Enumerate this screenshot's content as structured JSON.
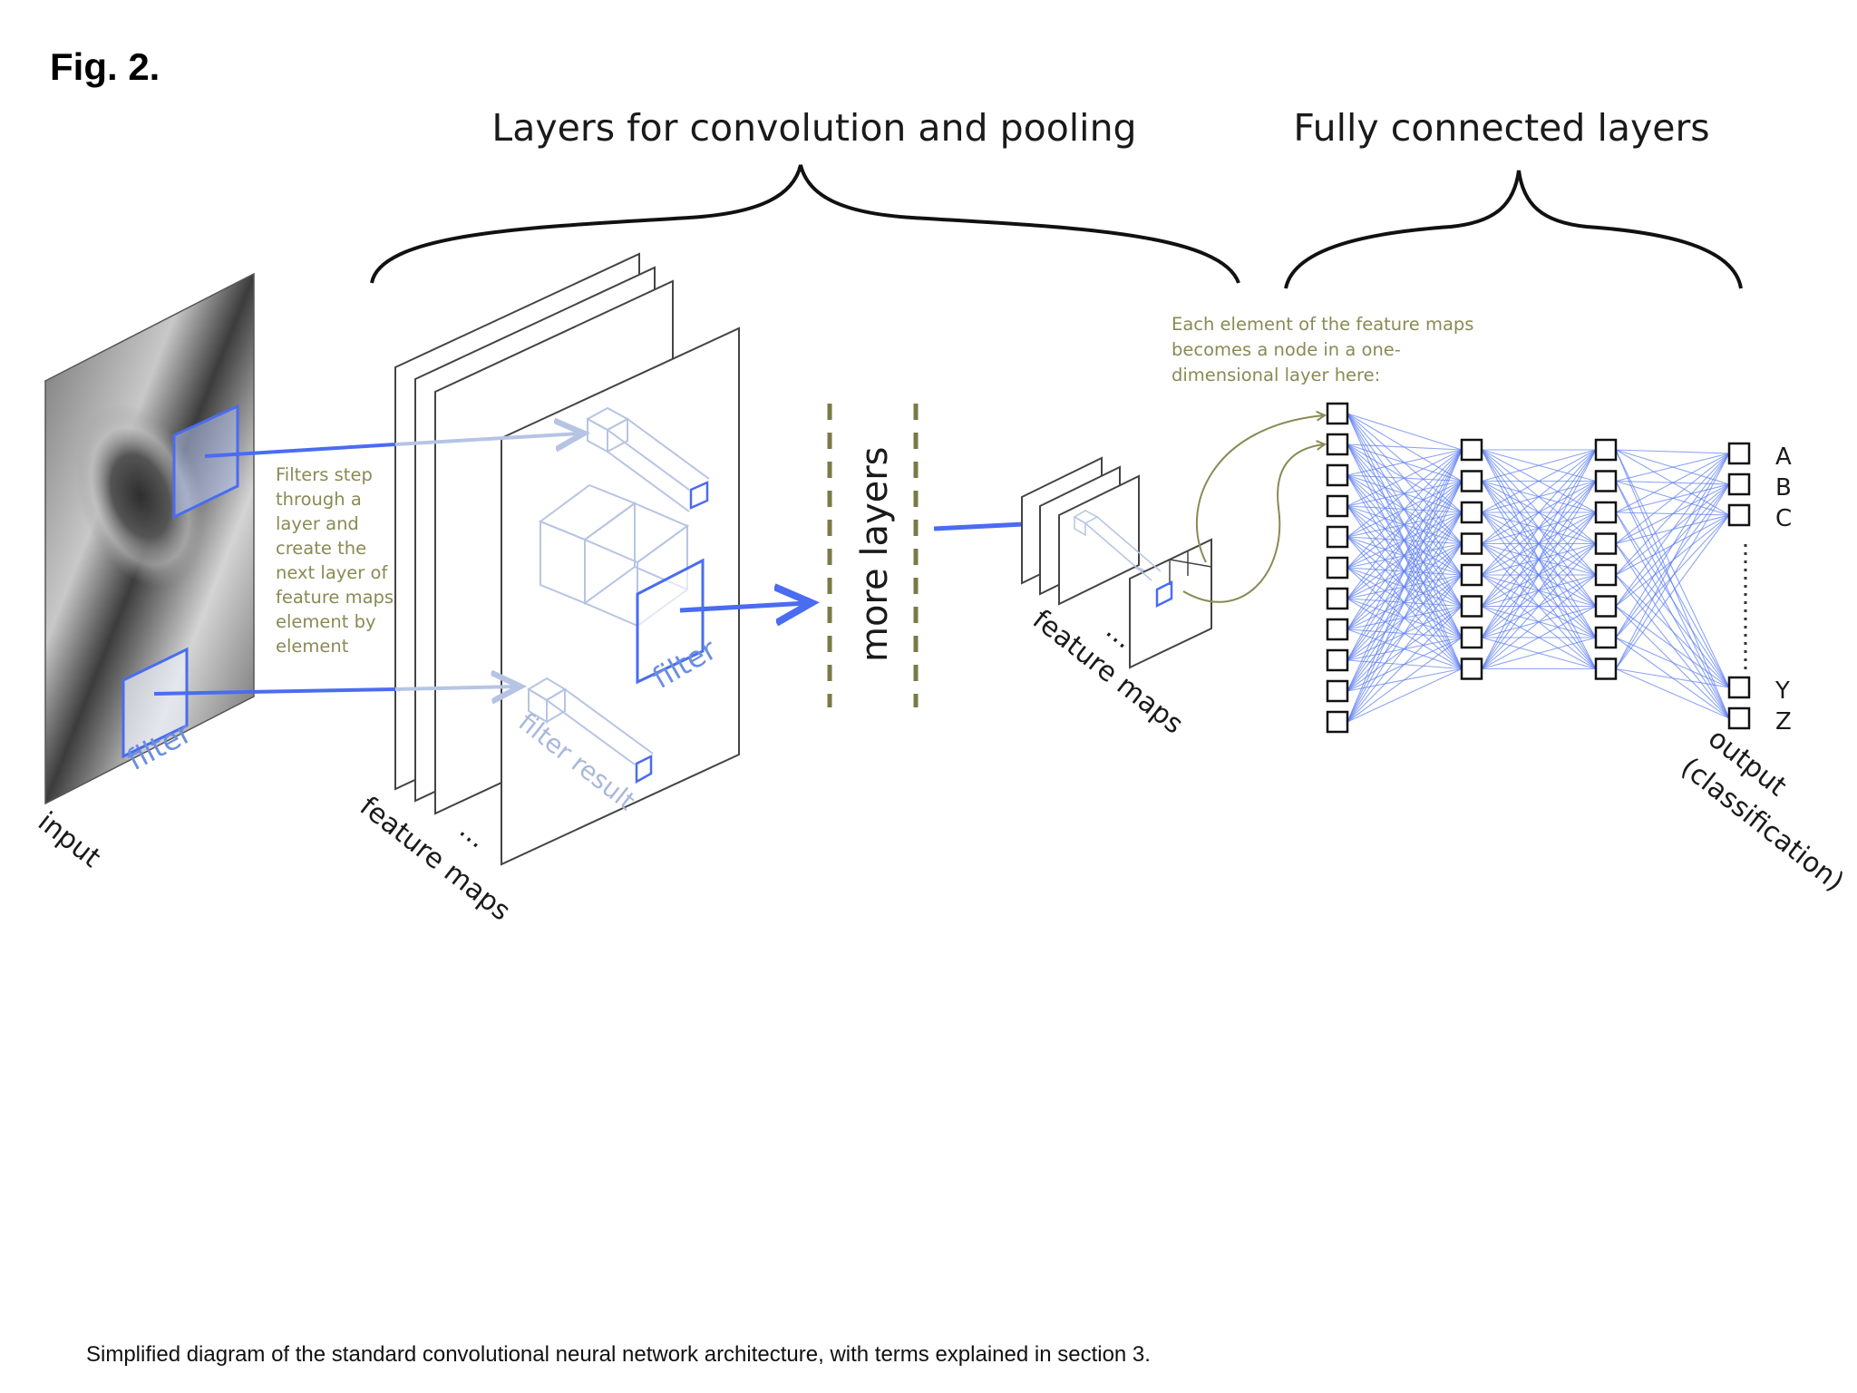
{
  "figure": {
    "label": "Fig. 2.",
    "caption": "Simplified diagram of the standard convolutional neural network architecture, with terms explained in section 3."
  },
  "headers": {
    "conv_pool": "Layers for convolution and pooling",
    "fully_connected": "Fully connected layers"
  },
  "labels": {
    "input": "input",
    "filter": "filter",
    "filter2": "filter",
    "filter_result": "filter result",
    "feature_maps": "feature maps",
    "feature_maps2": "feature maps",
    "ellipsis": "...",
    "more_layers": "more layers",
    "output": "output",
    "classification": "(classification)"
  },
  "notes": {
    "filters_step": [
      "Filters step",
      "through a",
      "layer and",
      "create the",
      "next layer of",
      "feature maps",
      "element by",
      "element"
    ],
    "flatten": [
      "Each element of the feature maps",
      "becomes a node in a one-",
      "dimensional layer here:"
    ]
  },
  "network": {
    "input_nodes": 11,
    "hidden1_nodes": 8,
    "hidden2_nodes": 8,
    "output_classes": [
      "A",
      "B",
      "C",
      "Y",
      "Z"
    ]
  },
  "colors": {
    "blue": "#4a6cf0",
    "light_blue": "#b6c4e4",
    "olive": "#8a8a55",
    "line_blue": "#5b7ef2"
  }
}
